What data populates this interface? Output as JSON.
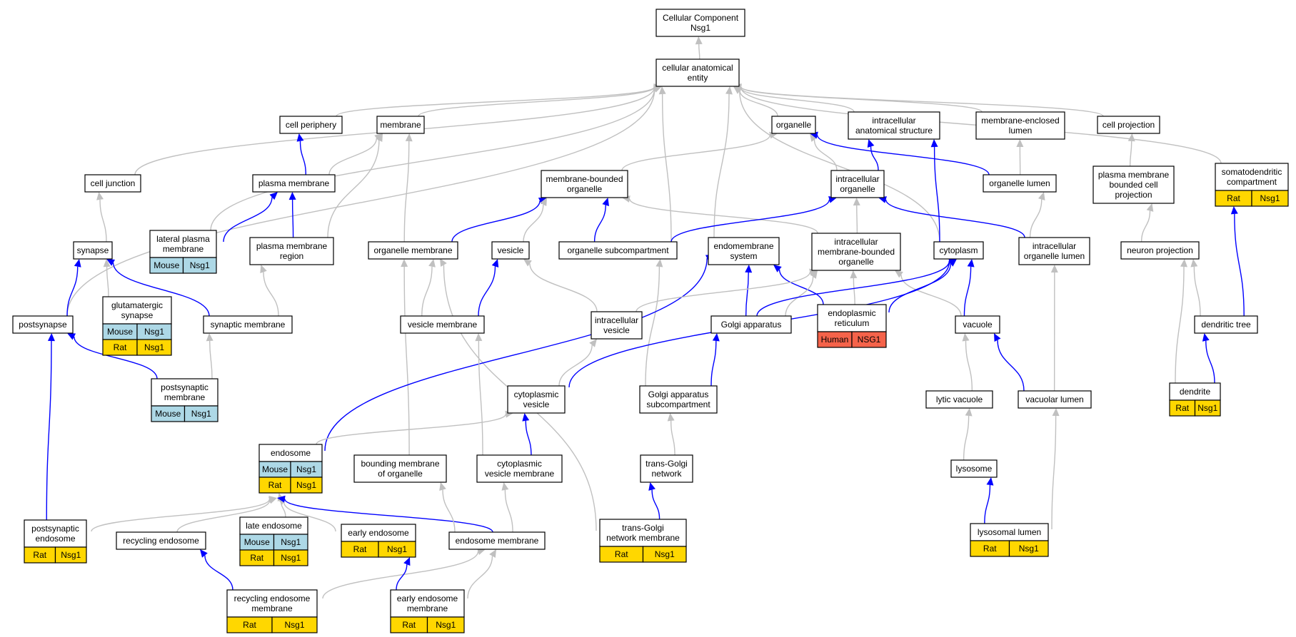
{
  "colors": {
    "is_a_edge": "#c0c0c0",
    "part_of_edge": "#0000ff",
    "mouse": "#add8e6",
    "rat": "#ffd700",
    "human": "#f5634a",
    "node_fill": "#ffffff",
    "node_border": "#000000"
  },
  "nodes": [
    {
      "id": "root",
      "lines": [
        "Cellular Component",
        "Nsg1"
      ],
      "ann": []
    },
    {
      "id": "cae",
      "lines": [
        "cellular anatomical",
        "entity"
      ],
      "ann": []
    },
    {
      "id": "cellper",
      "lines": [
        "cell periphery"
      ],
      "ann": []
    },
    {
      "id": "membrane",
      "lines": [
        "membrane"
      ],
      "ann": []
    },
    {
      "id": "organelle",
      "lines": [
        "organelle"
      ],
      "ann": []
    },
    {
      "id": "ias",
      "lines": [
        "intracellular",
        "anatomical structure"
      ],
      "ann": []
    },
    {
      "id": "mel",
      "lines": [
        "membrane-enclosed",
        "lumen"
      ],
      "ann": []
    },
    {
      "id": "cellproj",
      "lines": [
        "cell projection"
      ],
      "ann": []
    },
    {
      "id": "celljunc",
      "lines": [
        "cell junction"
      ],
      "ann": []
    },
    {
      "id": "pm",
      "lines": [
        "plasma membrane"
      ],
      "ann": []
    },
    {
      "id": "mbo",
      "lines": [
        "membrane-bounded",
        "organelle"
      ],
      "ann": []
    },
    {
      "id": "io",
      "lines": [
        "intracellular",
        "organelle"
      ],
      "ann": []
    },
    {
      "id": "olumen",
      "lines": [
        "organelle lumen"
      ],
      "ann": []
    },
    {
      "id": "pmbcp",
      "lines": [
        "plasma membrane",
        "bounded cell",
        "projection"
      ],
      "ann": []
    },
    {
      "id": "sdc",
      "lines": [
        "somatodendritic",
        "compartment"
      ],
      "ann": [
        [
          "Rat",
          "Nsg1"
        ]
      ]
    },
    {
      "id": "synapse",
      "lines": [
        "synapse"
      ],
      "ann": []
    },
    {
      "id": "lpm",
      "lines": [
        "lateral plasma",
        "membrane"
      ],
      "ann": [
        [
          "Mouse",
          "Nsg1"
        ]
      ]
    },
    {
      "id": "pmr",
      "lines": [
        "plasma membrane",
        "region"
      ],
      "ann": []
    },
    {
      "id": "om",
      "lines": [
        "organelle membrane"
      ],
      "ann": []
    },
    {
      "id": "vesicle",
      "lines": [
        "vesicle"
      ],
      "ann": []
    },
    {
      "id": "osc",
      "lines": [
        "organelle subcompartment"
      ],
      "ann": []
    },
    {
      "id": "ems",
      "lines": [
        "endomembrane",
        "system"
      ],
      "ann": []
    },
    {
      "id": "imbo",
      "lines": [
        "intracellular",
        "membrane-bounded",
        "organelle"
      ],
      "ann": []
    },
    {
      "id": "cytoplasm",
      "lines": [
        "cytoplasm"
      ],
      "ann": []
    },
    {
      "id": "iol",
      "lines": [
        "intracellular",
        "organelle lumen"
      ],
      "ann": []
    },
    {
      "id": "neuproj",
      "lines": [
        "neuron projection"
      ],
      "ann": []
    },
    {
      "id": "postsyn",
      "lines": [
        "postsynapse"
      ],
      "ann": []
    },
    {
      "id": "glutsyn",
      "lines": [
        "glutamatergic",
        "synapse"
      ],
      "ann": [
        [
          "Mouse",
          "Nsg1"
        ],
        [
          "Rat",
          "Nsg1"
        ]
      ]
    },
    {
      "id": "synmem",
      "lines": [
        "synaptic membrane"
      ],
      "ann": []
    },
    {
      "id": "vesmem",
      "lines": [
        "vesicle membrane"
      ],
      "ann": []
    },
    {
      "id": "intves",
      "lines": [
        "intracellular",
        "vesicle"
      ],
      "ann": []
    },
    {
      "id": "golgi",
      "lines": [
        "Golgi apparatus"
      ],
      "ann": []
    },
    {
      "id": "er",
      "lines": [
        "endoplasmic",
        "reticulum"
      ],
      "ann": [
        [
          "Human",
          "NSG1"
        ]
      ]
    },
    {
      "id": "vacuole",
      "lines": [
        "vacuole"
      ],
      "ann": []
    },
    {
      "id": "dentree",
      "lines": [
        "dendritic tree"
      ],
      "ann": []
    },
    {
      "id": "psm",
      "lines": [
        "postsynaptic",
        "membrane"
      ],
      "ann": [
        [
          "Mouse",
          "Nsg1"
        ]
      ]
    },
    {
      "id": "cytves",
      "lines": [
        "cytoplasmic",
        "vesicle"
      ],
      "ann": []
    },
    {
      "id": "gasc",
      "lines": [
        "Golgi apparatus",
        "subcompartment"
      ],
      "ann": []
    },
    {
      "id": "lytvac",
      "lines": [
        "lytic vacuole"
      ],
      "ann": []
    },
    {
      "id": "vaclumen",
      "lines": [
        "vacuolar lumen"
      ],
      "ann": []
    },
    {
      "id": "dendrite",
      "lines": [
        "dendrite"
      ],
      "ann": [
        [
          "Rat",
          "Nsg1"
        ]
      ]
    },
    {
      "id": "endosome",
      "lines": [
        "endosome"
      ],
      "ann": [
        [
          "Mouse",
          "Nsg1"
        ],
        [
          "Rat",
          "Nsg1"
        ]
      ]
    },
    {
      "id": "bmo",
      "lines": [
        "bounding membrane",
        "of organelle"
      ],
      "ann": []
    },
    {
      "id": "cvm",
      "lines": [
        "cytoplasmic",
        "vesicle membrane"
      ],
      "ann": []
    },
    {
      "id": "tgn",
      "lines": [
        "trans-Golgi",
        "network"
      ],
      "ann": []
    },
    {
      "id": "lysosome",
      "lines": [
        "lysosome"
      ],
      "ann": []
    },
    {
      "id": "pse",
      "lines": [
        "postsynaptic",
        "endosome"
      ],
      "ann": [
        [
          "Rat",
          "Nsg1"
        ]
      ]
    },
    {
      "id": "recend",
      "lines": [
        "recycling endosome"
      ],
      "ann": []
    },
    {
      "id": "lateend",
      "lines": [
        "late endosome"
      ],
      "ann": [
        [
          "Mouse",
          "Nsg1"
        ],
        [
          "Rat",
          "Nsg1"
        ]
      ]
    },
    {
      "id": "earlyend",
      "lines": [
        "early endosome"
      ],
      "ann": [
        [
          "Rat",
          "Nsg1"
        ]
      ]
    },
    {
      "id": "endmem",
      "lines": [
        "endosome membrane"
      ],
      "ann": []
    },
    {
      "id": "tgnm",
      "lines": [
        "trans-Golgi",
        "network membrane"
      ],
      "ann": [
        [
          "Rat",
          "Nsg1"
        ]
      ]
    },
    {
      "id": "lyslumen",
      "lines": [
        "lysosomal lumen"
      ],
      "ann": [
        [
          "Rat",
          "Nsg1"
        ]
      ]
    },
    {
      "id": "rem",
      "lines": [
        "recycling endosome",
        "membrane"
      ],
      "ann": [
        [
          "Rat",
          "Nsg1"
        ]
      ]
    },
    {
      "id": "eem",
      "lines": [
        "early endosome",
        "membrane"
      ],
      "ann": [
        [
          "Rat",
          "Nsg1"
        ]
      ]
    }
  ],
  "edges": [
    {
      "from": "cae",
      "to": "root",
      "type": "is_a"
    },
    {
      "from": "cellper",
      "to": "cae",
      "type": "is_a"
    },
    {
      "from": "membrane",
      "to": "cae",
      "type": "is_a"
    },
    {
      "from": "organelle",
      "to": "cae",
      "type": "is_a"
    },
    {
      "from": "ias",
      "to": "cae",
      "type": "is_a"
    },
    {
      "from": "mel",
      "to": "cae",
      "type": "is_a"
    },
    {
      "from": "cellproj",
      "to": "cae",
      "type": "is_a"
    },
    {
      "from": "celljunc",
      "to": "cae",
      "type": "is_a"
    },
    {
      "from": "lpm",
      "to": "cae",
      "type": "is_a"
    },
    {
      "from": "postsyn",
      "to": "cae",
      "type": "is_a"
    },
    {
      "from": "sdc",
      "to": "cae",
      "type": "is_a"
    },
    {
      "from": "osc",
      "to": "cae",
      "type": "is_a"
    },
    {
      "from": "ems",
      "to": "cae",
      "type": "is_a"
    },
    {
      "from": "cytoplasm",
      "to": "cae",
      "type": "is_a"
    },
    {
      "from": "pm",
      "to": "cellper",
      "type": "part_of"
    },
    {
      "from": "pm",
      "to": "membrane",
      "type": "is_a"
    },
    {
      "from": "pmr",
      "to": "membrane",
      "type": "is_a"
    },
    {
      "from": "om",
      "to": "membrane",
      "type": "is_a"
    },
    {
      "from": "mbo",
      "to": "organelle",
      "type": "is_a"
    },
    {
      "from": "io",
      "to": "organelle",
      "type": "is_a"
    },
    {
      "from": "olumen",
      "to": "organelle",
      "type": "part_of"
    },
    {
      "from": "io",
      "to": "ias",
      "type": "part_of"
    },
    {
      "from": "cytoplasm",
      "to": "ias",
      "type": "part_of"
    },
    {
      "from": "olumen",
      "to": "mel",
      "type": "is_a"
    },
    {
      "from": "pmbcp",
      "to": "cellproj",
      "type": "is_a"
    },
    {
      "from": "synapse",
      "to": "celljunc",
      "type": "is_a"
    },
    {
      "from": "lpm",
      "to": "pm",
      "type": "part_of"
    },
    {
      "from": "pmr",
      "to": "pm",
      "type": "part_of"
    },
    {
      "from": "om",
      "to": "mbo",
      "type": "part_of"
    },
    {
      "from": "vesicle",
      "to": "mbo",
      "type": "is_a"
    },
    {
      "from": "osc",
      "to": "mbo",
      "type": "part_of"
    },
    {
      "from": "imbo",
      "to": "mbo",
      "type": "is_a"
    },
    {
      "from": "osc",
      "to": "io",
      "type": "part_of"
    },
    {
      "from": "imbo",
      "to": "io",
      "type": "is_a"
    },
    {
      "from": "iol",
      "to": "io",
      "type": "part_of"
    },
    {
      "from": "iol",
      "to": "olumen",
      "type": "is_a"
    },
    {
      "from": "neuproj",
      "to": "pmbcp",
      "type": "is_a"
    },
    {
      "from": "dentree",
      "to": "sdc",
      "type": "part_of"
    },
    {
      "from": "glutsyn",
      "to": "synapse",
      "type": "is_a"
    },
    {
      "from": "postsyn",
      "to": "synapse",
      "type": "part_of"
    },
    {
      "from": "synmem",
      "to": "synapse",
      "type": "part_of"
    },
    {
      "from": "synmem",
      "to": "pmr",
      "type": "is_a"
    },
    {
      "from": "vesmem",
      "to": "om",
      "type": "is_a"
    },
    {
      "from": "bmo",
      "to": "om",
      "type": "is_a"
    },
    {
      "from": "tgnm",
      "to": "om",
      "type": "is_a"
    },
    {
      "from": "vesmem",
      "to": "vesicle",
      "type": "part_of"
    },
    {
      "from": "intves",
      "to": "vesicle",
      "type": "is_a"
    },
    {
      "from": "gasc",
      "to": "osc",
      "type": "is_a"
    },
    {
      "from": "golgi",
      "to": "ems",
      "type": "part_of"
    },
    {
      "from": "er",
      "to": "ems",
      "type": "part_of"
    },
    {
      "from": "endosome",
      "to": "ems",
      "type": "part_of"
    },
    {
      "from": "golgi",
      "to": "imbo",
      "type": "is_a"
    },
    {
      "from": "er",
      "to": "imbo",
      "type": "is_a"
    },
    {
      "from": "vacuole",
      "to": "imbo",
      "type": "is_a"
    },
    {
      "from": "intves",
      "to": "imbo",
      "type": "is_a"
    },
    {
      "from": "golgi",
      "to": "cytoplasm",
      "type": "part_of"
    },
    {
      "from": "er",
      "to": "cytoplasm",
      "type": "part_of"
    },
    {
      "from": "vacuole",
      "to": "cytoplasm",
      "type": "part_of"
    },
    {
      "from": "cytves",
      "to": "cytoplasm",
      "type": "part_of"
    },
    {
      "from": "vaclumen",
      "to": "iol",
      "type": "is_a"
    },
    {
      "from": "dentree",
      "to": "neuproj",
      "type": "is_a"
    },
    {
      "from": "dendrite",
      "to": "neuproj",
      "type": "is_a"
    },
    {
      "from": "psm",
      "to": "postsyn",
      "type": "part_of"
    },
    {
      "from": "pse",
      "to": "postsyn",
      "type": "part_of"
    },
    {
      "from": "psm",
      "to": "synmem",
      "type": "is_a"
    },
    {
      "from": "cvm",
      "to": "vesmem",
      "type": "is_a"
    },
    {
      "from": "cytves",
      "to": "intves",
      "type": "is_a"
    },
    {
      "from": "gasc",
      "to": "golgi",
      "type": "part_of"
    },
    {
      "from": "lytvac",
      "to": "vacuole",
      "type": "is_a"
    },
    {
      "from": "vaclumen",
      "to": "vacuole",
      "type": "part_of"
    },
    {
      "from": "dendrite",
      "to": "dentree",
      "type": "part_of"
    },
    {
      "from": "endosome",
      "to": "cytves",
      "type": "is_a"
    },
    {
      "from": "cvm",
      "to": "cytves",
      "type": "part_of"
    },
    {
      "from": "tgn",
      "to": "gasc",
      "type": "is_a"
    },
    {
      "from": "lysosome",
      "to": "lytvac",
      "type": "is_a"
    },
    {
      "from": "lyslumen",
      "to": "vaclumen",
      "type": "is_a"
    },
    {
      "from": "pse",
      "to": "endosome",
      "type": "is_a"
    },
    {
      "from": "recend",
      "to": "endosome",
      "type": "is_a"
    },
    {
      "from": "lateend",
      "to": "endosome",
      "type": "is_a"
    },
    {
      "from": "earlyend",
      "to": "endosome",
      "type": "is_a"
    },
    {
      "from": "endmem",
      "to": "endosome",
      "type": "part_of"
    },
    {
      "from": "endmem",
      "to": "bmo",
      "type": "is_a"
    },
    {
      "from": "endmem",
      "to": "cvm",
      "type": "is_a"
    },
    {
      "from": "tgnm",
      "to": "tgn",
      "type": "part_of"
    },
    {
      "from": "lyslumen",
      "to": "lysosome",
      "type": "part_of"
    },
    {
      "from": "rem",
      "to": "recend",
      "type": "part_of"
    },
    {
      "from": "rem",
      "to": "endmem",
      "type": "is_a"
    },
    {
      "from": "eem",
      "to": "earlyend",
      "type": "part_of"
    },
    {
      "from": "eem",
      "to": "endmem",
      "type": "is_a"
    }
  ]
}
